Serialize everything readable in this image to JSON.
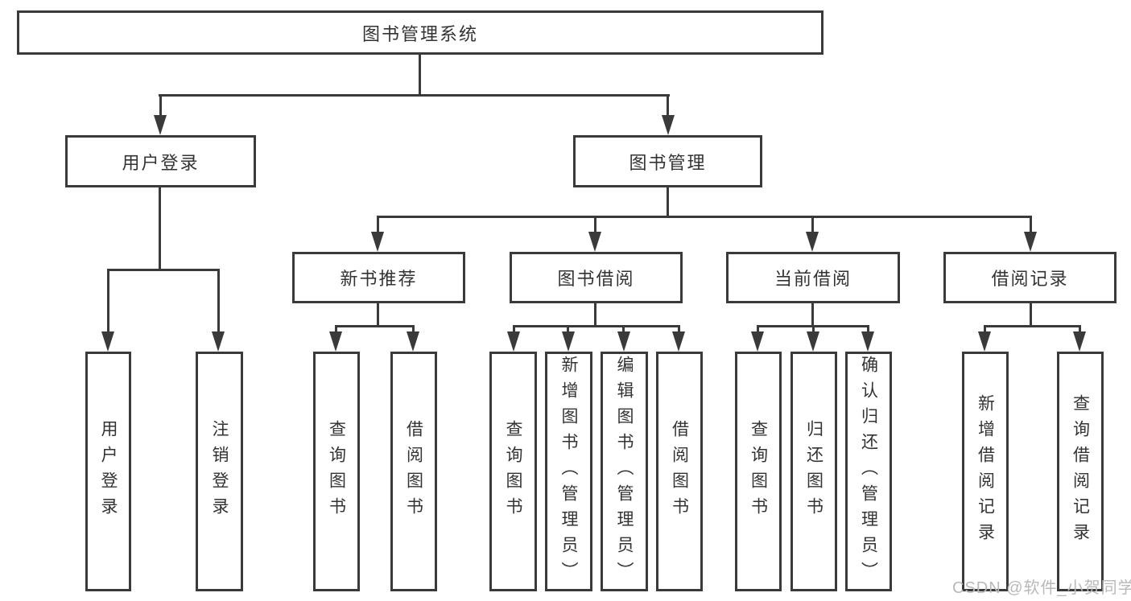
{
  "tree": {
    "root": {
      "label": "图书管理系统"
    },
    "login": {
      "label": "用户登录",
      "children": [
        {
          "label": "用户登录"
        },
        {
          "label": "注销登录"
        }
      ]
    },
    "management": {
      "label": "图书管理",
      "branches": [
        {
          "label": "新书推荐",
          "children": [
            {
              "label": "查询图书"
            },
            {
              "label": "借阅图书"
            }
          ]
        },
        {
          "label": "图书借阅",
          "children": [
            {
              "label": "查询图书"
            },
            {
              "label": "新增图书（管理员）"
            },
            {
              "label": "编辑图书（管理员）"
            },
            {
              "label": "借阅图书"
            }
          ]
        },
        {
          "label": "当前借阅",
          "children": [
            {
              "label": "查询图书"
            },
            {
              "label": "归还图书"
            },
            {
              "label": "确认归还（管理员）"
            }
          ]
        },
        {
          "label": "借阅记录",
          "children": [
            {
              "label": "新增借阅记录"
            },
            {
              "label": "查询借阅记录"
            }
          ]
        }
      ]
    }
  },
  "watermark": {
    "text": "CSDN @软件_小贺同学"
  },
  "colors": {
    "line": "#3a3a3a",
    "text": "#333333",
    "box_background": "#ffffff",
    "watermark": "#b9b9b9"
  }
}
